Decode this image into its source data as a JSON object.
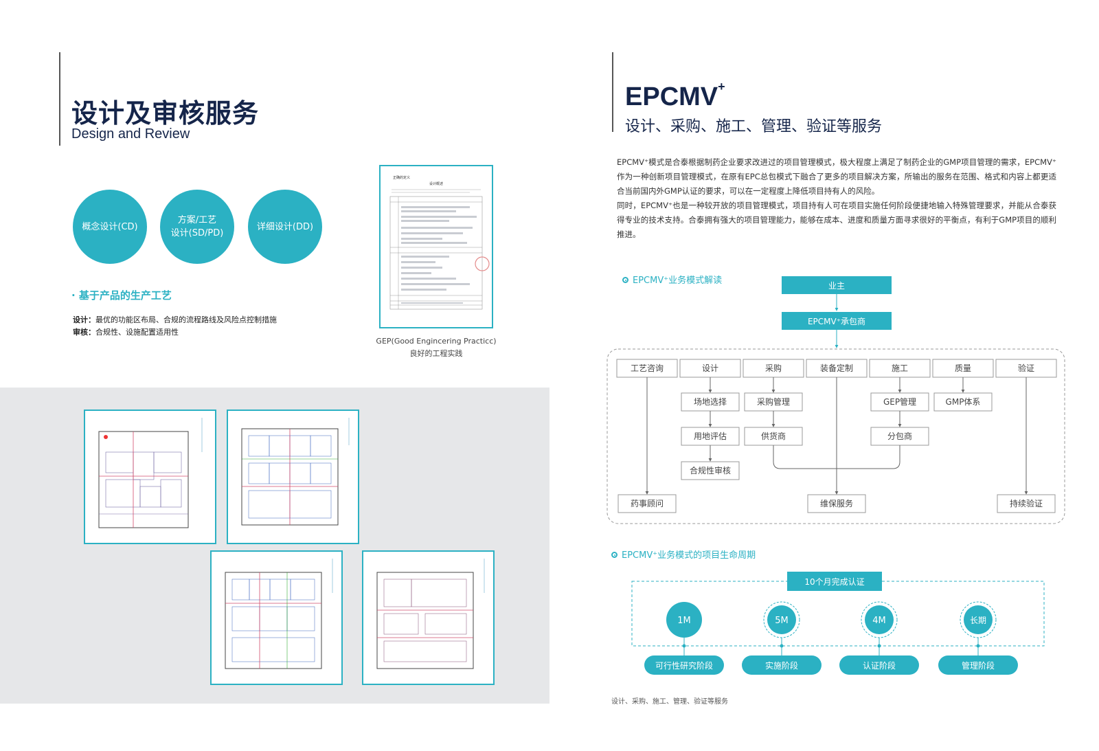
{
  "left": {
    "title_cn": "设计及审核服务",
    "title_en": "Design and Review",
    "circles": [
      "概念设计(CD)",
      "方案/工艺\n设计(SD/PD)",
      "详细设计(DD)"
    ],
    "bullet_title": "· 基于产品的生产工艺",
    "design_label": "设计：",
    "design_text": "最优的功能区布局、合规的流程路线及风险点控制措施",
    "review_label": "审核：",
    "review_text": "合规性、设施配置适用性",
    "doc_caption_en": "GEP(Good Engincering Practicc)",
    "doc_caption_cn": "良好的工程实践",
    "doc_header": "设计概述",
    "doc_label": "正确的定义"
  },
  "right": {
    "title": "EPCMV",
    "title_sup": "+",
    "subtitle": "设计、采购、施工、管理、验证等服务",
    "para1": "EPCMV⁺模式是合泰根据制药企业要求改进过的项目管理模式，极大程度上满足了制药企业的GMP项目管理的需求，EPCMV⁺作为一种创新项目管理模式，在原有EPC总包模式下融合了更多的项目解决方案，所输出的服务在范围、格式和内容上都更适合当前国内外GMP认证的要求，可以在一定程度上降低项目持有人的风险。",
    "para2": "同时，EPCMV⁺也是一种较开放的项目管理模式，项目持有人可在项目实施任何阶段便捷地输入特殊管理要求，并能从合泰获得专业的技术支持。合泰拥有强大的项目管理能力，能够在成本、进度和质量方面寻求很好的平衡点，有利于GMP项目的顺利推进。",
    "section1": "EPCMV⁺业务模式解读",
    "section2": "EPCMV⁺业务模式的项目生命周期",
    "footer": "设计、采购、施工、管理、验证等服务"
  },
  "flow": {
    "owner": "业主",
    "contractor": "EPCMV⁺承包商",
    "top": [
      "工艺咨询",
      "设计",
      "采购",
      "装备定制",
      "施工",
      "质量",
      "验证"
    ],
    "design_sub": [
      "场地选择",
      "用地评估",
      "合规性审核"
    ],
    "purchase_sub": [
      "采购管理",
      "供货商"
    ],
    "construct_sub": [
      "GEP管理",
      "分包商"
    ],
    "quality_sub": [
      "GMP体系"
    ],
    "bottom": [
      "药事顾问",
      "维保服务",
      "持续验证"
    ]
  },
  "lifecycle": {
    "banner": "10个月完成认证",
    "milestones": [
      "1M",
      "5M",
      "4M",
      "长期"
    ],
    "stages": [
      "可行性研究阶段",
      "实施阶段",
      "认证阶段",
      "管理阶段"
    ]
  },
  "colors": {
    "accent": "#2bb1c3",
    "navy": "#15254a"
  }
}
